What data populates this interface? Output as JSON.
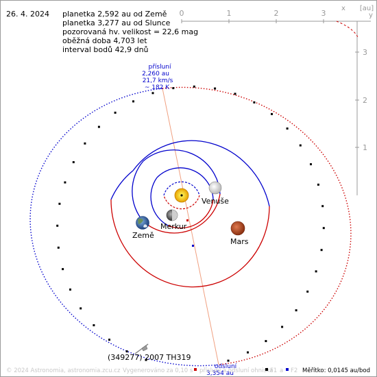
{
  "header": {
    "date": "26. 4. 2024",
    "lines": [
      "planetka 2,592 au od Země",
      "planetka 3,277 au od Slunce",
      "pozorovaná hv. velikost = 22,6 mag",
      "oběžná doba 4,703 let",
      "interval bodů 42,9 dnů"
    ]
  },
  "axes": {
    "x_label": "x",
    "y_label": "y",
    "unit": "[au]",
    "x_ticks": [
      "0",
      "1",
      "2",
      "3"
    ],
    "y_ticks": [
      "3",
      "2",
      "1"
    ]
  },
  "perihelion": {
    "title": "přísluní",
    "distance": "2,260 au",
    "speed": "21,7 km/s",
    "temperature": "~ 182 K"
  },
  "aphelion": {
    "title": "odsluní",
    "distance": "3,354 au"
  },
  "bodies": {
    "merkur": "Merkur",
    "venuse": "Venuše",
    "zeme": "Země",
    "mars": "Mars"
  },
  "asteroid": {
    "name": "(349277) 2007 TH319"
  },
  "footer": {
    "copyright": "© 2024 Astronomia, astronomia.zcu.cz",
    "generated": "Vygenerováno za 0,10 s",
    "legend_text": "přísluní a odsluní ohniska",
    "f1": "F1",
    "a": "a",
    "f2": "F2",
    "scale": "Měřítko: 0,0145 au/bod"
  },
  "colors": {
    "orbit_blue": "#0000cc",
    "orbit_red": "#cc0000",
    "apsis_line": "#f0a080",
    "axis_gray": "#999999"
  }
}
